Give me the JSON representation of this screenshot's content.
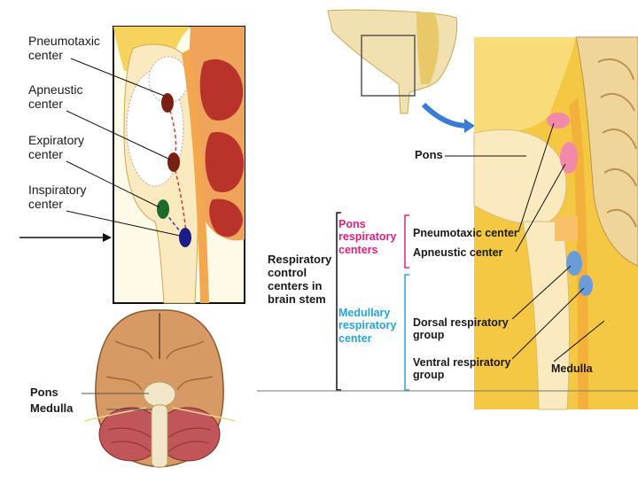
{
  "left_diagram": {
    "labels": {
      "pneumotaxic": "Pneumotaxic center",
      "apneustic": "Apneustic center",
      "expiratory": "Expiratory center",
      "inspiratory": "Inspiratory center"
    }
  },
  "brain_inferior": {
    "labels": {
      "pons": "Pons",
      "medulla": "Medulla"
    }
  },
  "right_diagram": {
    "pons_label": "Pons",
    "medulla_label": "Medulla",
    "group_title": "Respiratory control centers in brain stem",
    "pons_group": {
      "title": "Pons respiratory centers",
      "color": "#e0207a",
      "items": [
        "Pneumotaxic center",
        "Apneustic center"
      ]
    },
    "medulla_group": {
      "title": "Medullary respiratory center",
      "color": "#29a3d6",
      "items": [
        "Dorsal respiratory group",
        "Ventral respiratory group"
      ]
    }
  }
}
